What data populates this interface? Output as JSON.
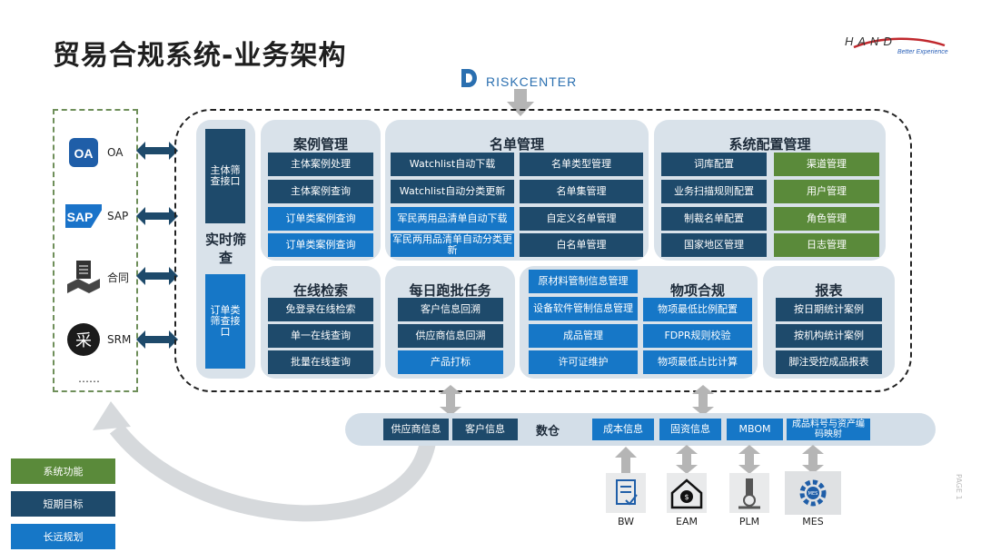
{
  "title": "贸易合规系统-业务架构",
  "logo": {
    "word": "HAND",
    "tagline": "Better Experience"
  },
  "riskcenter": "RISKCENTER",
  "external_systems": [
    {
      "label": "OA",
      "icon": "oa-icon"
    },
    {
      "label": "SAP",
      "icon": "sap-icon"
    },
    {
      "label": "合同",
      "icon": "contract-icon"
    },
    {
      "label": "SRM",
      "icon": "srm-icon"
    }
  ],
  "external_more": "……",
  "realtime": {
    "interface_top": "主体筛查接口",
    "label": "实时筛查",
    "interface_bottom": "订单类筛查接口"
  },
  "case_mgmt": {
    "title": "案例管理",
    "items": [
      "主体案例处理",
      "主体案例查询",
      "订单类案例查询",
      "订单类案例查询"
    ]
  },
  "list_mgmt": {
    "title": "名单管理",
    "left": [
      "Watchlist自动下载",
      "Watchlist自动分类更新",
      "军民两用品清单自动下载",
      "军民两用品清单自动分类更新"
    ],
    "right": [
      "名单类型管理",
      "名单集管理",
      "自定义名单管理",
      "白名单管理"
    ]
  },
  "config_mgmt": {
    "title": "系统配置管理",
    "left": [
      "词库配置",
      "业务扫描规则配置",
      "制裁名单配置",
      "国家地区管理"
    ],
    "right": [
      "渠道管理",
      "用户管理",
      "角色管理",
      "日志管理"
    ]
  },
  "online_search": {
    "title": "在线检索",
    "items": [
      "免登录在线检索",
      "单一在线查询",
      "批量在线查询"
    ]
  },
  "daily_batch": {
    "title": "每日跑批任务",
    "items": [
      "客户信息回溯",
      "供应商信息回溯",
      "产品打标"
    ]
  },
  "item_compliance": {
    "title": "物项合规",
    "left": [
      "原材料管制信息管理",
      "设备软件管制信息管理",
      "成品管理",
      "许可证维护"
    ],
    "right": [
      "物项最低比例配置",
      "FDPR规则校验",
      "物项最低占比计算"
    ]
  },
  "reports": {
    "title": "报表",
    "items": [
      "按日期统计案例",
      "按机构统计案例",
      "脚注受控成品报表"
    ]
  },
  "data_warehouse": {
    "label": "数仓",
    "left": [
      "供应商信息",
      "客户信息"
    ],
    "right": [
      "成本信息",
      "固资信息",
      "MBOM",
      "成品料号与资产编码映射"
    ]
  },
  "bottom_systems": [
    "BW",
    "EAM",
    "PLM",
    "MES"
  ],
  "legend": [
    {
      "label": "系统功能",
      "color": "#5a8a3a"
    },
    {
      "label": "短期目标",
      "color": "#1e4a6b"
    },
    {
      "label": "长远规划",
      "color": "#1677c7"
    }
  ],
  "page_label": "PAGE 1"
}
